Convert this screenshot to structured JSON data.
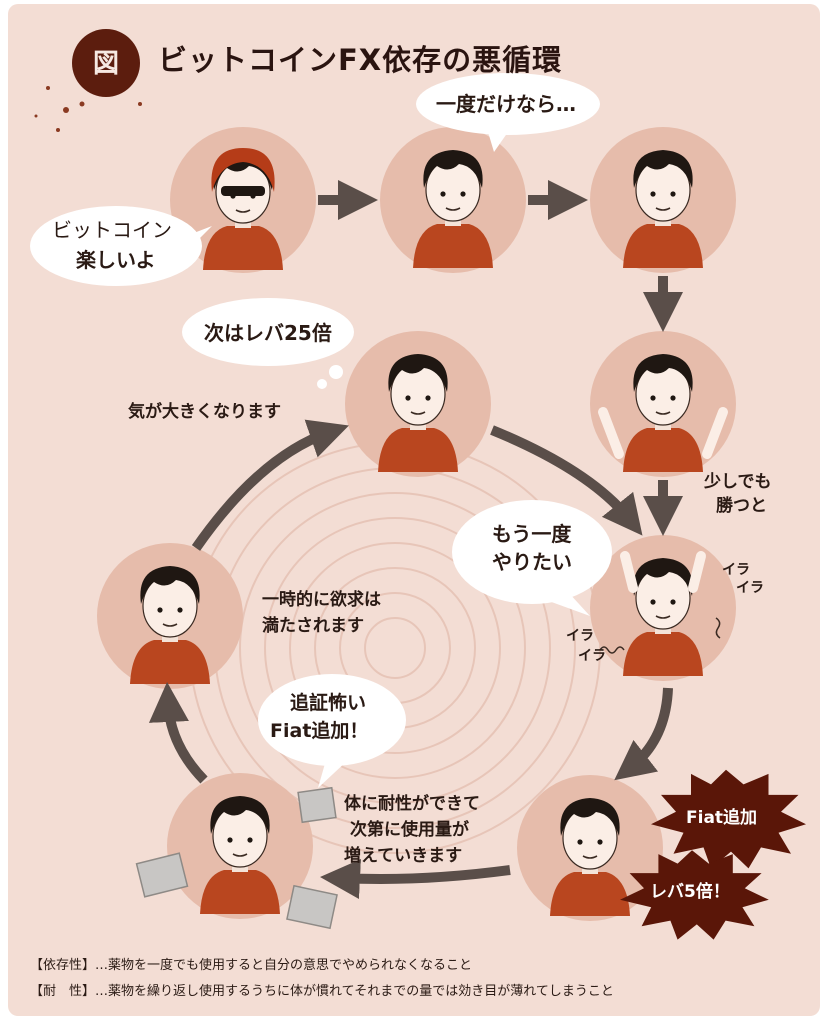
{
  "title": "ビットコインFX依存の悪循環",
  "badge": "図",
  "bubbles": {
    "friend_line1": "ビットコイン",
    "friend_line2": "楽しいよ",
    "once": "一度だけなら…",
    "next_lev": "次はレバ25倍",
    "again_line1": "もう一度",
    "again_line2": "やりたい",
    "margin_line1": "追証怖い",
    "margin_line2": "Fiat追加！"
  },
  "notes": {
    "bold": "気が大きくなります",
    "win_line1": "少しでも",
    "win_line2": "勝つと",
    "satisfied_line1": "一時的に欲求は",
    "satisfied_line2": "満たされます",
    "tolerance_line1": "体に耐性ができて",
    "tolerance_line2": "次第に使用量が",
    "tolerance_line3": "増えていきます",
    "ira1": "イラ",
    "ira2": "イラ",
    "ira3": "イラ",
    "ira4": "イラ"
  },
  "bursts": {
    "fiat": "Fiat追加",
    "lev": "レバ5倍！"
  },
  "definitions": {
    "dependence": "【依存性】…薬物を一度でも使用すると自分の意思でやめられなくなること",
    "tolerance": "【耐　性】…薬物を繰り返し使用するうちに体が慣れてそれまでの量では効き目が薄れてしまうこと"
  },
  "colors": {
    "background": "#f3ddd4",
    "circle": "#e6bcab",
    "arrow": "#5a4e49",
    "shirt": "#b9461f",
    "hair": "#1f1712",
    "badge": "#5c1d0e",
    "burst": "#5a1608"
  }
}
